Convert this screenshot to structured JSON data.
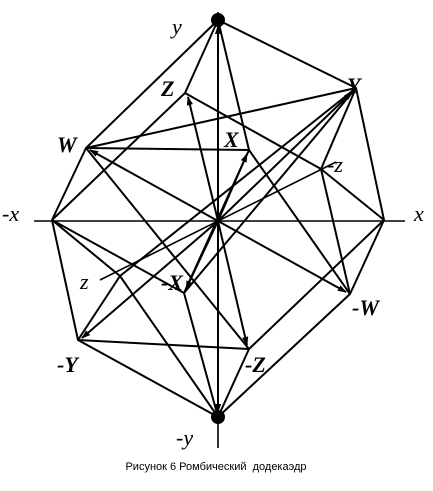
{
  "colors": {
    "ink": "#000000",
    "background": "#ffffff"
  },
  "axis_labels": {
    "x_pos": "x",
    "x_neg": "-x",
    "y_pos": "y",
    "y_neg": "-y",
    "z_pos": "z",
    "z_neg": "-z"
  },
  "vector_labels": {
    "Y": "Y",
    "Z": "Z",
    "W": "W",
    "X": "X",
    "neg_X": "-X",
    "neg_W": "-W",
    "neg_Y": "-Y",
    "neg_Z": "-Z"
  },
  "caption": "Рисунок 6 Ромбический  додекаэдр"
}
